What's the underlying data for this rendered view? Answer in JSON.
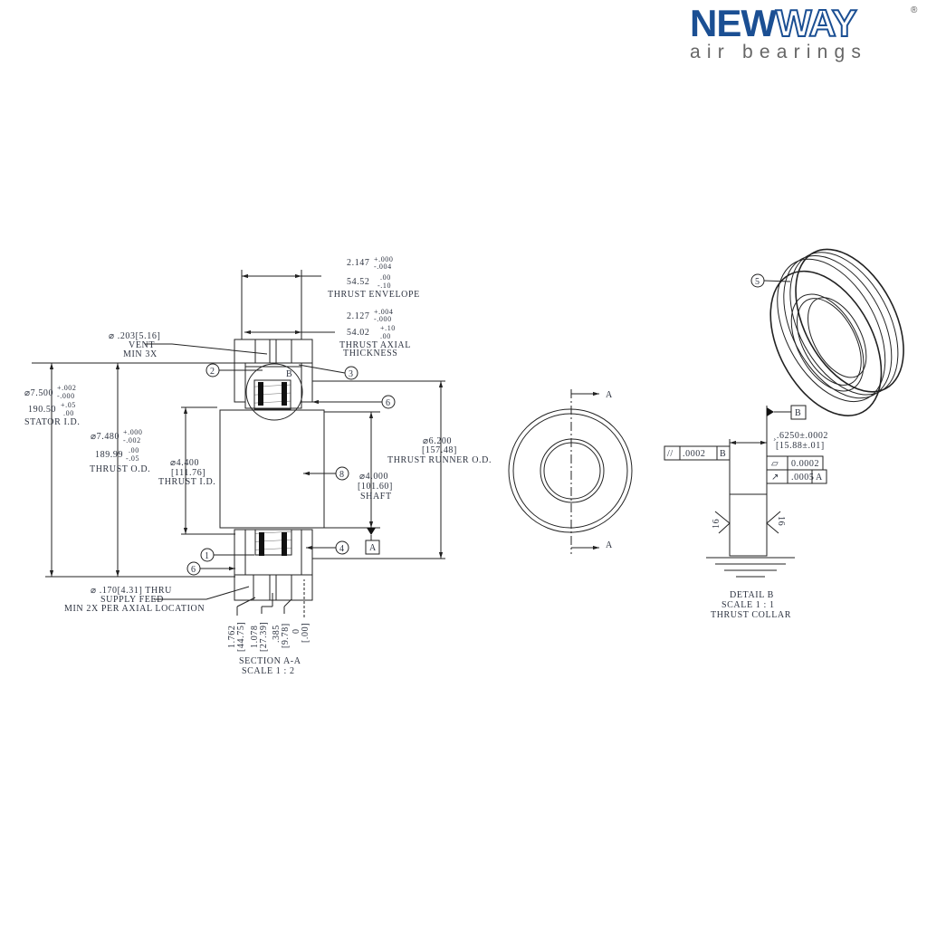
{
  "logo": {
    "brand_a": "NEW",
    "brand_b": "WAY",
    "registered": "®",
    "tagline": "air bearings"
  },
  "section": {
    "thrust_envelope": {
      "nominal": "2.147",
      "tol_plus": "+.000",
      "tol_minus": "-.004",
      "metric": "54.52",
      "metric_plus": ".00",
      "metric_minus": "-.10",
      "label": "THRUST ENVELOPE"
    },
    "thrust_axial": {
      "nominal": "2.127",
      "tol_plus": "+.004",
      "tol_minus": "-.000",
      "metric": "54.02",
      "metric_plus": "+.10",
      "metric_minus": ".00",
      "label1": "THRUST AXIAL",
      "label2": "THICKNESS"
    },
    "vent": {
      "line1": "⌀ .203[5.16]",
      "line2": "VENT",
      "line3": "MIN 3X"
    },
    "stator_id": {
      "nominal": "⌀7.500",
      "tol_plus": "+.002",
      "tol_minus": "-.000",
      "metric": "190.50",
      "metric_plus": "+.05",
      "metric_minus": ".00",
      "label": "STATOR I.D."
    },
    "thrust_od": {
      "nominal": "⌀7.480",
      "tol_plus": "+.000",
      "tol_minus": "-.002",
      "metric": "189.99",
      "metric_plus": ".00",
      "metric_minus": "-.05",
      "label": "THRUST O.D."
    },
    "thrust_id": {
      "nominal": "⌀4.400",
      "metric": "[111.76]",
      "label": "THRUST I.D."
    },
    "shaft": {
      "nominal": "⌀4.000",
      "metric": "[101.60]",
      "label": "SHAFT"
    },
    "runner_od": {
      "nominal": "⌀6.200",
      "metric": "[157.48]",
      "label": "THRUST RUNNER O.D."
    },
    "supply": {
      "line1": "⌀ .170[4.31] THRU",
      "line2": "SUPPLY FEED",
      "line3": "MIN 2X PER AXIAL LOCATION"
    },
    "datum_a": "A",
    "detail_ref": "B",
    "balloons": {
      "b1": "1",
      "b2": "2",
      "b3": "3",
      "b4": "4",
      "b5": "5",
      "b6": "6",
      "b8": "8"
    },
    "positions": [
      {
        "inch": "1.762",
        "mm": "[44.75]"
      },
      {
        "inch": "1.078",
        "mm": "[27.39]"
      },
      {
        "inch": ".385",
        "mm": "[9.78]"
      },
      {
        "inch": "0",
        "mm": "[.00]"
      }
    ],
    "title1": "SECTION A-A",
    "title2": "SCALE 1 : 2"
  },
  "front_view": {
    "cut_top": "A",
    "cut_bottom": "A"
  },
  "detail": {
    "datum_b": "B",
    "thickness": "¸.6250±.0002",
    "thickness_metric": "[15.88±.01]",
    "parallel": {
      "symbol": "//",
      "value": ".0002",
      "datum": "B"
    },
    "flatness": {
      "symbol": "▱",
      "value": "0.0002"
    },
    "runout": {
      "symbol": "↗",
      "value": ".0005",
      "datum": "A"
    },
    "finish_left": "16",
    "finish_right": "16",
    "title1": "DETAIL B",
    "title2": "SCALE 1 : 1",
    "title3": "THRUST COLLAR"
  }
}
